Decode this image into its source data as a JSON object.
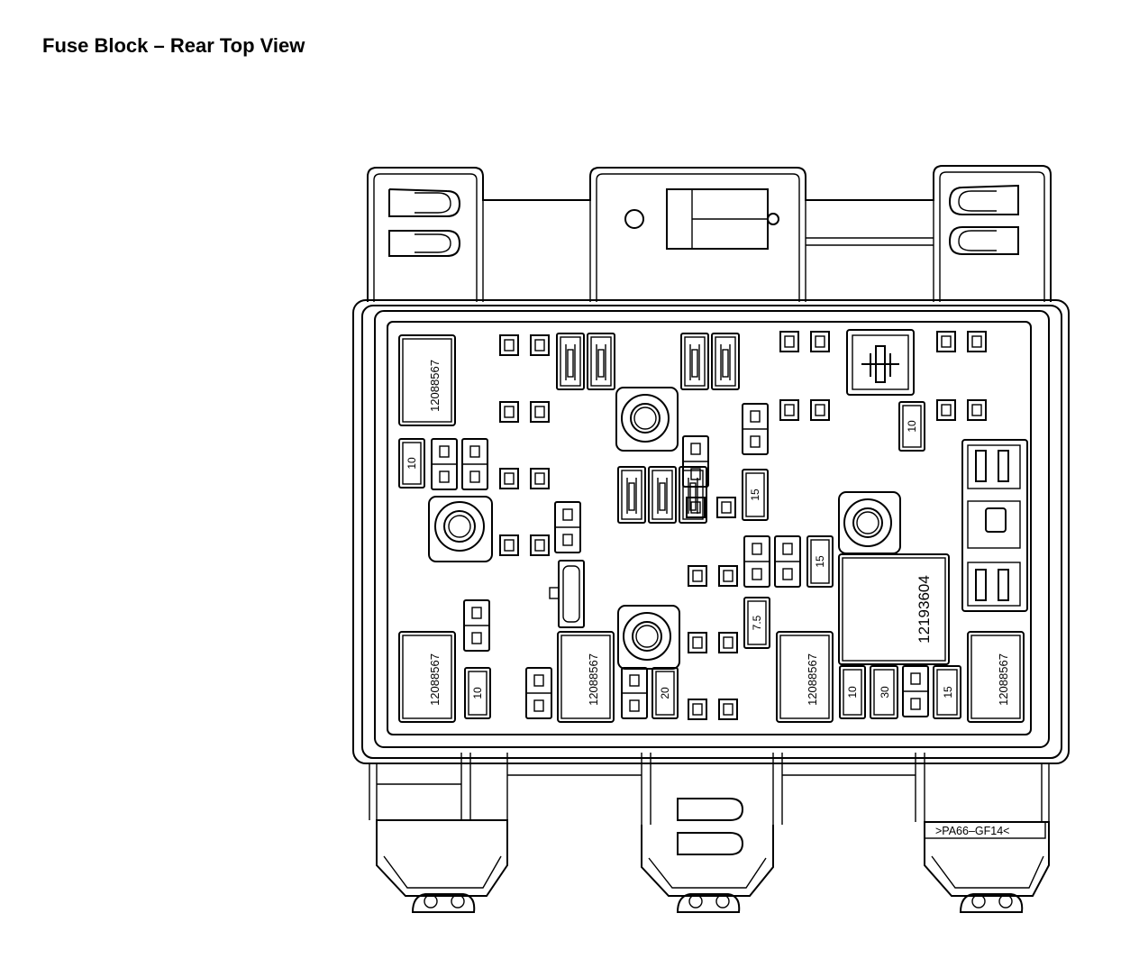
{
  "title": "Fuse Block – Rear Top View",
  "part_numbers": {
    "relay_a": "12088567",
    "relay_b": "12193604"
  },
  "fuse_ratings": {
    "r10": "10",
    "r15": "15",
    "r20": "20",
    "r30": "30",
    "r7_5": "7.5"
  },
  "material_marking": ">PA66–GF14<"
}
